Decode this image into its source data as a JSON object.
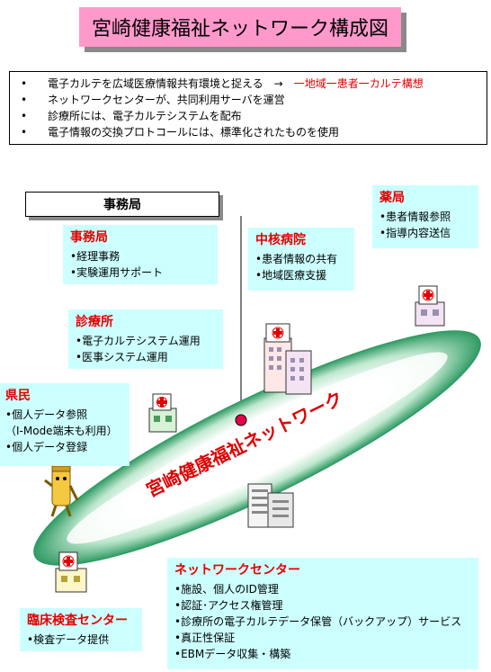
{
  "title": "宮崎健康福祉ネットワーク構成図",
  "bullets": [
    {
      "marker": "•",
      "text": "電子カルテを広域医療情報共有環境と捉える　→　",
      "highlight": "一地域一患者一カルテ構想"
    },
    {
      "marker": "•",
      "text": "ネットワークセンターが、共同利用サーバを運営",
      "highlight": ""
    },
    {
      "marker": "•",
      "text": "診療所には、電子カルテシステムを配布",
      "highlight": ""
    },
    {
      "marker": "•",
      "text": "電子情報の交換プロトコールには、標準化されたものを使用",
      "highlight": ""
    }
  ],
  "office_label": "事務局",
  "ring_label": "宮崎健康福祉ネットワーク",
  "nodes": {
    "office": {
      "heading": "事務局",
      "items": [
        "•経理事務",
        "•実験運用サポート"
      ]
    },
    "clinic": {
      "heading": "診療所",
      "items": [
        "•電子カルテシステム運用",
        "•医事システム運用"
      ]
    },
    "citizen": {
      "heading": "県民",
      "items": [
        "•個人データ参照",
        "（I-Mode端末も利用）",
        "•個人データ登録"
      ]
    },
    "hospital": {
      "heading": "中核病院",
      "items": [
        "•患者情報の共有",
        "•地域医療支援"
      ]
    },
    "pharmacy": {
      "heading": "薬局",
      "items": [
        "•患者情報参照",
        "•指導内容送信"
      ]
    },
    "center": {
      "heading": "ネットワークセンター",
      "items": [
        "•施設、個人のID管理",
        "•認証･アクセス権管理",
        "•診療所の電子カルテデータ保管（バックアップ）サービス",
        "•真正性保証",
        "•EBMデータ収集・構築"
      ]
    },
    "lab": {
      "heading": "臨床検査センター",
      "items": [
        "•検査データ提供"
      ]
    }
  },
  "colors": {
    "title_bg": "#ff99cc",
    "panel_bg": "#ccffff",
    "heading": "#e60000",
    "ring": "#3a9e6a",
    "node": "#e8004c"
  }
}
